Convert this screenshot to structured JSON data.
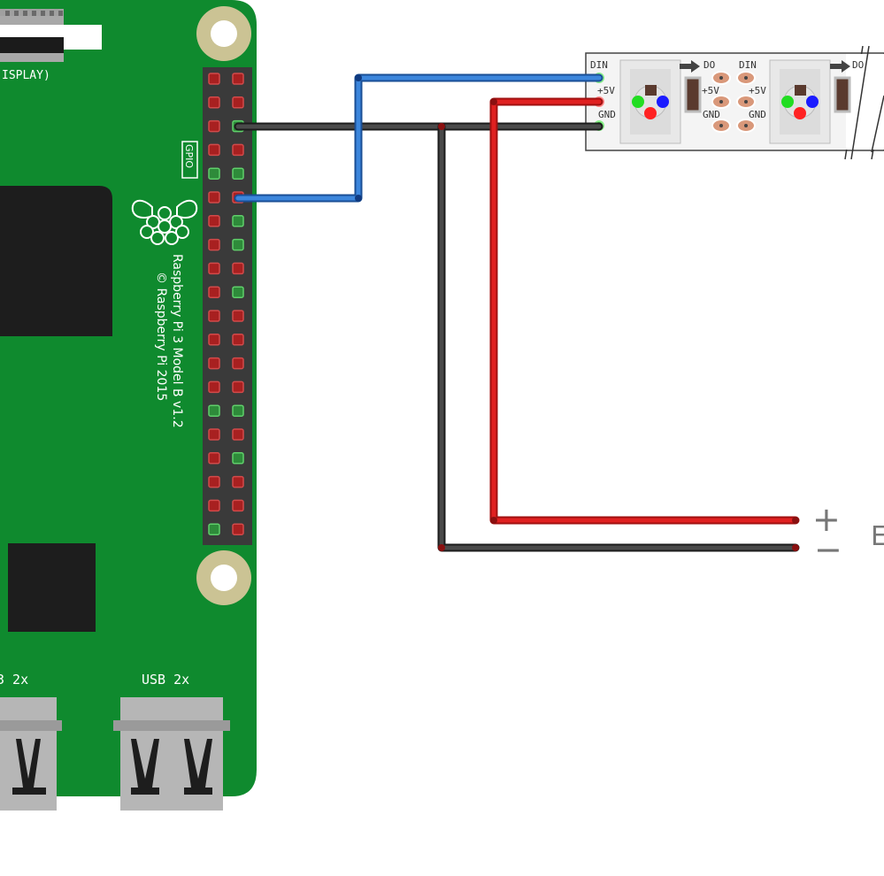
{
  "board": {
    "display_label": "ISPLAY)",
    "gpio_label": "GPIO",
    "model_text": "Raspberry Pi 3 Model B v1.2",
    "copyright_text": "© Raspberry Pi 2015",
    "usb_left_label": "3 2x",
    "usb_right_label": "USB 2x",
    "pcb_color": "#0f8a2e",
    "header_color": "#3a3a3a",
    "pin_red": "#a82020",
    "pin_green": "#2e8b3a"
  },
  "led_strip": {
    "din_label": "DIN",
    "plus5v_label": "+5V",
    "gnd_label": "GND",
    "do_label": "DO",
    "din_label_2": "DIN",
    "plus5v_label_left": "+5V",
    "plus5v_label_right": "+5V",
    "gnd_label_left": "GND",
    "gnd_label_right": "GND",
    "do_label_2": "DO"
  },
  "power_supply": {
    "plus_symbol": "+",
    "minus_symbol": "−",
    "label_partial": "E"
  },
  "wires": {
    "data_color": "#2e6fc4",
    "power_color": "#cc1a1a",
    "ground_color": "#333333"
  }
}
